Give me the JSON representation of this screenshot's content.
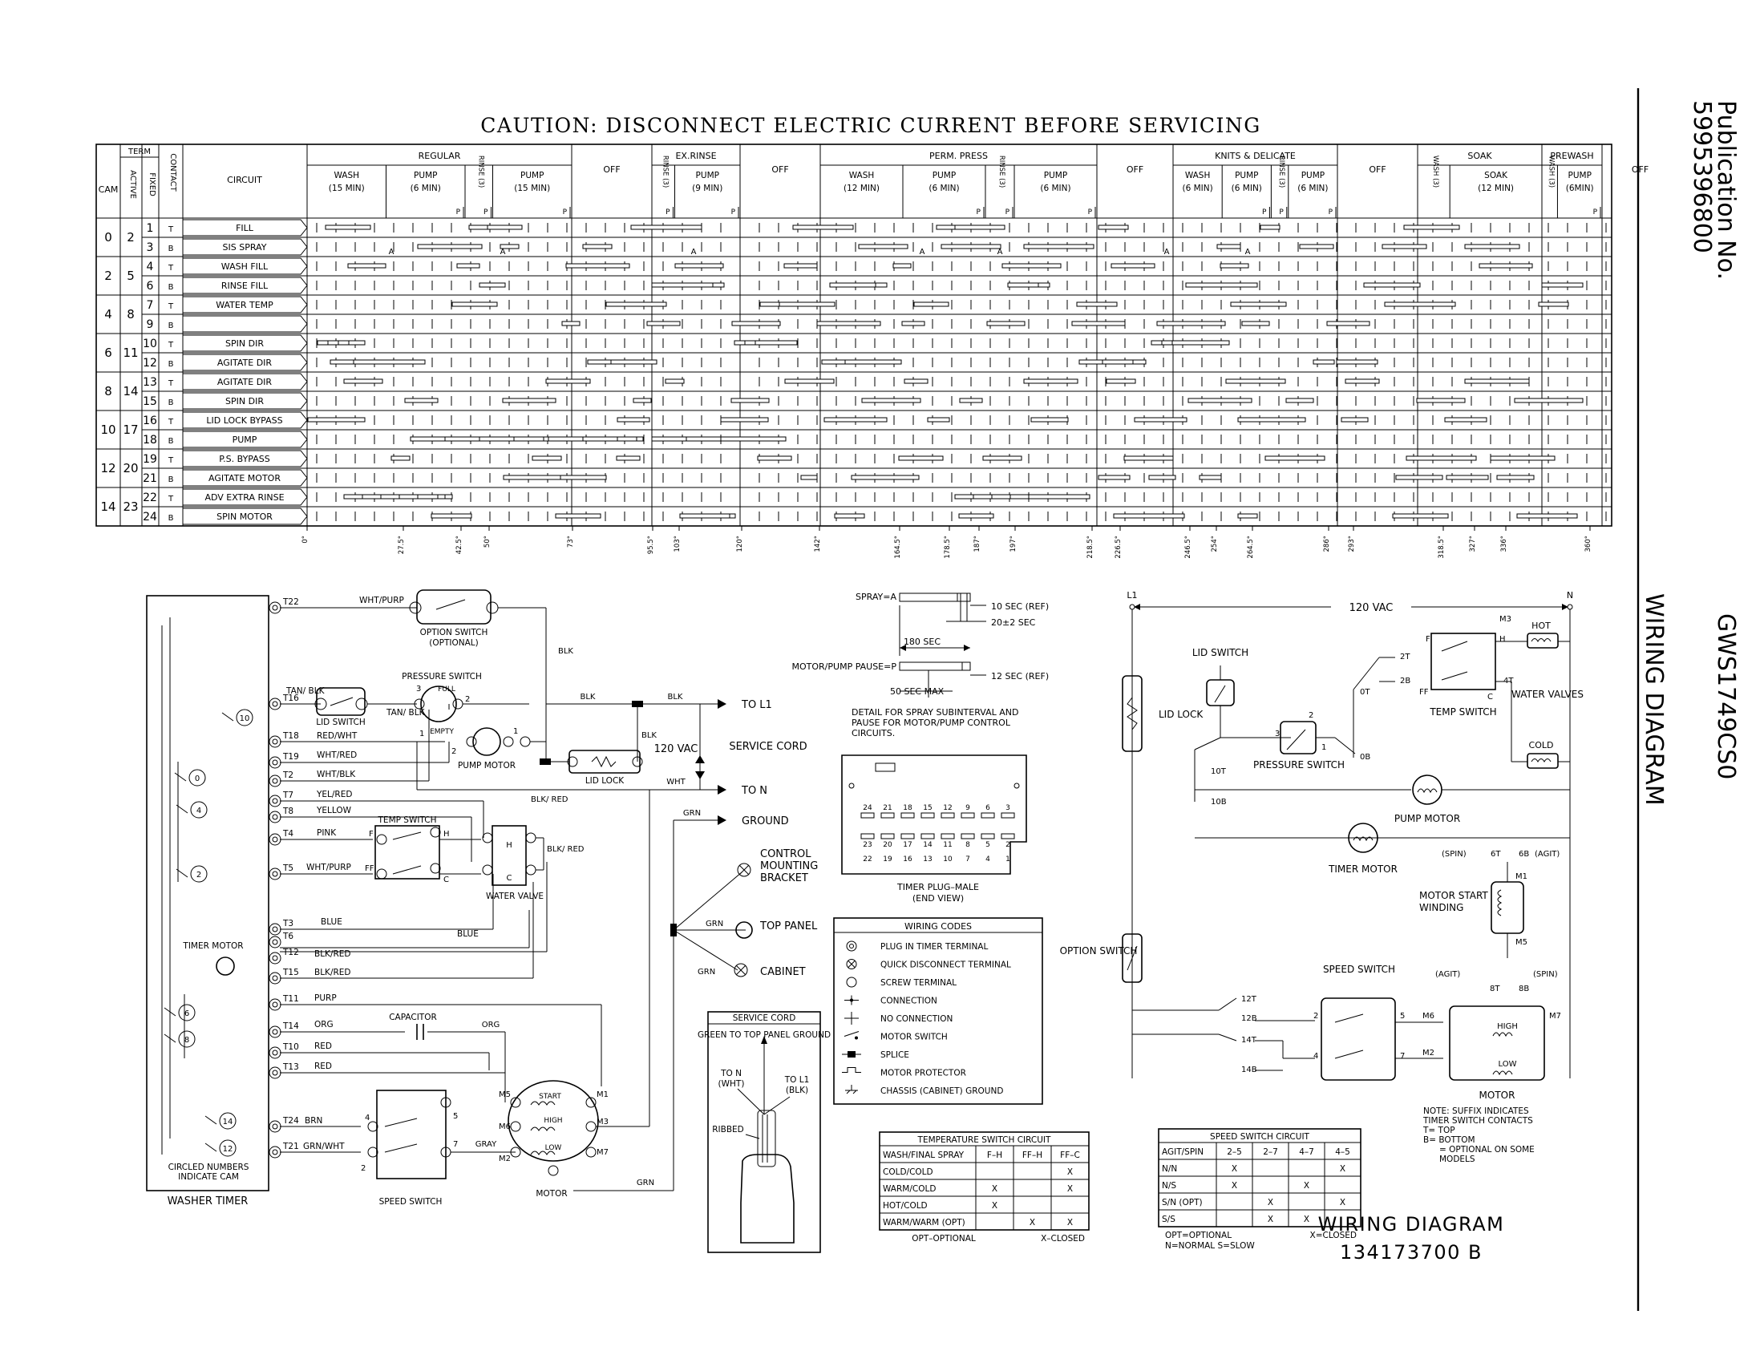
{
  "sidebar": {
    "publication_label": "Publication No.",
    "publication_no": "5995396800",
    "model": "GWS1749CS0",
    "title": "WIRING DIAGRAM"
  },
  "caution": "CAUTION: DISCONNECT ELECTRIC CURRENT BEFORE SERVICING",
  "timer_chart": {
    "header": {
      "cam": "CAM",
      "term": "TERM",
      "active": "ACTIVE",
      "fixed": "FIXED",
      "contact": "CONTACT",
      "circuit": "CIRCUIT"
    },
    "cycles": [
      {
        "name": "REGULAR",
        "steps": [
          "WASH (15 MIN)",
          "PUMP (6 MIN)",
          "RINSE (3)",
          "PUMP (15 MIN)"
        ]
      },
      {
        "name": "OFF",
        "steps": []
      },
      {
        "name": "EX.RINSE",
        "steps": [
          "RINSE (3)",
          "PUMP (9 MIN)"
        ]
      },
      {
        "name": "OFF",
        "steps": []
      },
      {
        "name": "PERM. PRESS",
        "steps": [
          "WASH (12 MIN)",
          "PUMP (6 MIN)",
          "RINSE (3)",
          "PUMP (6 MIN)"
        ]
      },
      {
        "name": "OFF",
        "steps": []
      },
      {
        "name": "KNITS & DELICATE",
        "steps": [
          "WASH (6 MIN)",
          "PUMP (6 MIN)",
          "RINSE (3)",
          "PUMP (6 MIN)"
        ]
      },
      {
        "name": "OFF",
        "steps": []
      },
      {
        "name": "SOAK",
        "steps": [
          "WASH (3)",
          "SOAK (12 MIN)"
        ]
      },
      {
        "name": "PREWASH",
        "steps": [
          "WASH (3)",
          "PUMP (6MIN)"
        ]
      },
      {
        "name": "OFF",
        "steps": []
      }
    ],
    "pause_mark": "P",
    "spray_mark": "A",
    "rows": [
      {
        "cam": "0",
        "active": "2",
        "fixed": "1",
        "contact": "T",
        "circuit": "FILL"
      },
      {
        "cam": "",
        "active": "",
        "fixed": "3",
        "contact": "B",
        "circuit": "SIS SPRAY"
      },
      {
        "cam": "2",
        "active": "5",
        "fixed": "4",
        "contact": "T",
        "circuit": "WASH FILL"
      },
      {
        "cam": "",
        "active": "",
        "fixed": "6",
        "contact": "B",
        "circuit": "RINSE FILL"
      },
      {
        "cam": "4",
        "active": "8",
        "fixed": "7",
        "contact": "T",
        "circuit": "WATER TEMP"
      },
      {
        "cam": "",
        "active": "",
        "fixed": "9",
        "contact": "B",
        "circuit": ""
      },
      {
        "cam": "6",
        "active": "11",
        "fixed": "10",
        "contact": "T",
        "circuit": "SPIN DIR"
      },
      {
        "cam": "",
        "active": "",
        "fixed": "12",
        "contact": "B",
        "circuit": "AGITATE DIR"
      },
      {
        "cam": "8",
        "active": "14",
        "fixed": "13",
        "contact": "T",
        "circuit": "AGITATE DIR"
      },
      {
        "cam": "",
        "active": "",
        "fixed": "15",
        "contact": "B",
        "circuit": "SPIN DIR"
      },
      {
        "cam": "10",
        "active": "17",
        "fixed": "16",
        "contact": "T",
        "circuit": "LID LOCK BYPASS"
      },
      {
        "cam": "",
        "active": "",
        "fixed": "18",
        "contact": "B",
        "circuit": "PUMP"
      },
      {
        "cam": "12",
        "active": "20",
        "fixed": "19",
        "contact": "T",
        "circuit": "P.S. BYPASS"
      },
      {
        "cam": "",
        "active": "",
        "fixed": "21",
        "contact": "B",
        "circuit": "AGITATE MOTOR"
      },
      {
        "cam": "14",
        "active": "23",
        "fixed": "22",
        "contact": "T",
        "circuit": "ADV EXTRA RINSE"
      },
      {
        "cam": "",
        "active": "",
        "fixed": "24",
        "contact": "B",
        "circuit": "SPIN MOTOR"
      }
    ],
    "degrees": [
      "0°",
      "27.5°",
      "42.5°",
      "50°",
      "73°",
      "95.5°",
      "103°",
      "120°",
      "142°",
      "164.5°",
      "178.5°",
      "187°",
      "197°",
      "218.5°",
      "226.5°",
      "246.5°",
      "254°",
      "264.5°",
      "286°",
      "293°",
      "318.5°",
      "327°",
      "336°",
      "360°"
    ]
  },
  "left_diagram": {
    "washer_timer": "WASHER TIMER",
    "circled_note": "CIRCLED NUMBERS INDICATE CAM",
    "timer_motor": "TIMER MOTOR",
    "terminals": [
      "T22",
      "T16",
      "T18",
      "T19",
      "T2",
      "T7",
      "T8",
      "T4",
      "T5",
      "T3",
      "T6",
      "T12",
      "T15",
      "T11",
      "T14",
      "T10",
      "T13",
      "T24",
      "T21"
    ],
    "cams": [
      "10",
      "0",
      "4",
      "2",
      "6",
      "8",
      "14",
      "12"
    ],
    "wires": {
      "t22": "WHT/PURP",
      "t16": "TAN/ BLK",
      "t16b": "TAN/ BLK",
      "t18": "RED/WHT",
      "t19": "WHT/RED",
      "t2": "WHT/BLK",
      "t7": "YEL/RED",
      "t8": "YELLOW",
      "t4": "PINK",
      "t5": "WHT/PURP",
      "t3": "BLUE",
      "blue2": "BLUE",
      "t12": "BLK/RED",
      "t15": "BLK/RED",
      "t11": "PURP",
      "t14": "ORG",
      "orgr": "ORG",
      "t10": "RED",
      "t13": "RED",
      "t24": "BRN",
      "t21": "GRN/WHT",
      "gray": "GRAY",
      "blk1": "BLK",
      "blk2": "BLK",
      "blk3": "BLK",
      "blk4": "BLK",
      "blkred1": "BLK/ RED",
      "blkred2": "BLK/ RED",
      "wht": "WHT",
      "grn1": "GRN",
      "grn2": "GRN",
      "grn3": "GRN",
      "grn4": "GRN"
    },
    "option_switch": "OPTION SWITCH",
    "optional": "(OPTIONAL)",
    "pressure_switch": "PRESSURE SWITCH",
    "full": "FULL",
    "empty": "EMPTY",
    "lid_switch": "LID SWITCH",
    "pump_motor": "PUMP MOTOR",
    "lid_lock": "LID LOCK",
    "temp_switch": "TEMP SWITCH",
    "water_valve": "WATER VALVE",
    "capacitor": "CAPACITOR",
    "speed_switch": "SPEED SWITCH",
    "motor": "MOTOR",
    "start": "START",
    "high": "HIGH",
    "low": "LOW",
    "to_l1": "TO L1",
    "to_n": "TO N",
    "ground": "GROUND",
    "vac": "120 VAC",
    "service_cord": "SERVICE CORD",
    "control_bracket": "CONTROL MOUNTING BRACKET",
    "top_panel": "TOP PANEL",
    "cabinet": "CABINET",
    "terminal_labels": {
      "p1": "1",
      "p2": "2",
      "p3": "3",
      "F": "F",
      "FF": "FF",
      "H": "H",
      "C": "C",
      "s4": "4",
      "s5": "5",
      "s7": "7",
      "s2": "2",
      "M5": "M5",
      "M6": "M6",
      "M2": "M2",
      "M1": "M1",
      "M3": "M3",
      "M7": "M7",
      "Hv": "H",
      "Cv": "C"
    }
  },
  "spray_detail": {
    "spray": "SPRAY=A",
    "pause": "MOTOR/PUMP PAUSE=P",
    "sec10": "10 SEC (REF)",
    "sec20": "20±2 SEC",
    "sec180": "180 SEC",
    "sec12": "12 SEC (REF)",
    "sec50": "50 SEC MAX",
    "note": "DETAIL FOR SPRAY SUBINTERVAL AND PAUSE FOR MOTOR/PUMP CONTROL CIRCUITS."
  },
  "timer_plug": {
    "top": [
      "24",
      "21",
      "18",
      "15",
      "12",
      "9",
      "6",
      "3"
    ],
    "mid": [
      "23",
      "20",
      "17",
      "14",
      "11",
      "8",
      "5",
      "2"
    ],
    "bot": [
      "22",
      "19",
      "16",
      "13",
      "10",
      "7",
      "4",
      "1"
    ],
    "caption": "TIMER PLUG–MALE",
    "caption2": "(END VIEW)"
  },
  "wiring_codes": {
    "title": "WIRING CODES",
    "items": [
      "PLUG IN TIMER TERMINAL",
      "QUICK DISCONNECT TERMINAL",
      "SCREW TERMINAL",
      "CONNECTION",
      "NO CONNECTION",
      "MOTOR SWITCH",
      "SPLICE",
      "MOTOR PROTECTOR",
      "CHASSIS (CABINET) GROUND"
    ]
  },
  "service_cord_detail": {
    "title": "SERVICE CORD",
    "note": "GREEN TO TOP PANEL GROUND",
    "to_n": "TO N",
    "to_n2": "(WHT)",
    "to_l1": "TO L1",
    "to_l1b": "(BLK)",
    "ribbed": "RIBBED"
  },
  "temp_table": {
    "title": "TEMPERATURE SWITCH CIRCUIT",
    "headers": [
      "WASH/FINAL SPRAY",
      "F–H",
      "FF–H",
      "FF–C"
    ],
    "rows": [
      [
        "COLD/COLD",
        "",
        "",
        "X"
      ],
      [
        "WARM/COLD",
        "X",
        "",
        "X"
      ],
      [
        "HOT/COLD",
        "X",
        "",
        ""
      ],
      [
        "WARM/WARM (OPT)",
        "",
        "X",
        "X"
      ]
    ],
    "foot_left": "OPT–OPTIONAL",
    "foot_right": "X–CLOSED"
  },
  "speed_table": {
    "title": "SPEED SWITCH CIRCUIT",
    "headers": [
      "AGIT/SPIN",
      "2–5",
      "2–7",
      "4–7",
      "4–5"
    ],
    "rows": [
      [
        "N/N",
        "X",
        "",
        "",
        "X"
      ],
      [
        "N/S",
        "X",
        "",
        "X",
        ""
      ],
      [
        "S/N (OPT)",
        "",
        "X",
        "",
        "X"
      ],
      [
        "S/S",
        "",
        "X",
        "X",
        ""
      ]
    ],
    "foot1": "OPT=OPTIONAL",
    "foot2": "X=CLOSED",
    "foot3": "N=NORMAL  S=SLOW"
  },
  "right_diagram": {
    "l1": "L1",
    "n": "N",
    "vac": "120 VAC",
    "lid_switch": "LID SWITCH",
    "lid_lock": "LID LOCK",
    "pressure_switch": "PRESSURE SWITCH",
    "temp_switch": "TEMP SWITCH",
    "water_valves": "WATER VALVES",
    "hot": "HOT",
    "cold": "COLD",
    "pump_motor": "PUMP MOTOR",
    "timer_motor": "TIMER MOTOR",
    "motor_start": "MOTOR START WINDING",
    "option_switch": "OPTION SWITCH",
    "speed_switch": "SPEED SWITCH",
    "motor": "MOTOR",
    "high": "HIGH",
    "low": "LOW",
    "spin1": "(SPIN)",
    "agit1": "(AGIT)",
    "agit2": "(AGIT)",
    "spin2": "(SPIN)",
    "contacts": {
      "t2": "2T",
      "b2": "2B",
      "t0": "0T",
      "b0": "0B",
      "t10": "10T",
      "b10": "10B",
      "t6": "6T",
      "b6": "6B",
      "t8": "8T",
      "b8": "8B",
      "t12": "12T",
      "b12": "12B",
      "t14": "14T",
      "b14": "14B",
      "t4": "4T",
      "M1": "M1",
      "M5": "M5",
      "M6": "M6",
      "M2": "M2",
      "M7": "M7",
      "M3": "M3",
      "F": "F",
      "FF": "FF",
      "H": "H",
      "C": "C",
      "p1": "1",
      "p2": "2",
      "p3": "3",
      "s2": "2",
      "s4": "4",
      "s5": "5",
      "s7": "7"
    },
    "note": "NOTE: SUFFIX INDICATES TIMER SWITCH CONTACTS",
    "note_t": "T= TOP",
    "note_b": "B= BOTTOM",
    "note_opt": "= OPTIONAL ON SOME MODELS"
  },
  "title_block": {
    "title": "WIRING DIAGRAM",
    "number": "134173700 B"
  }
}
